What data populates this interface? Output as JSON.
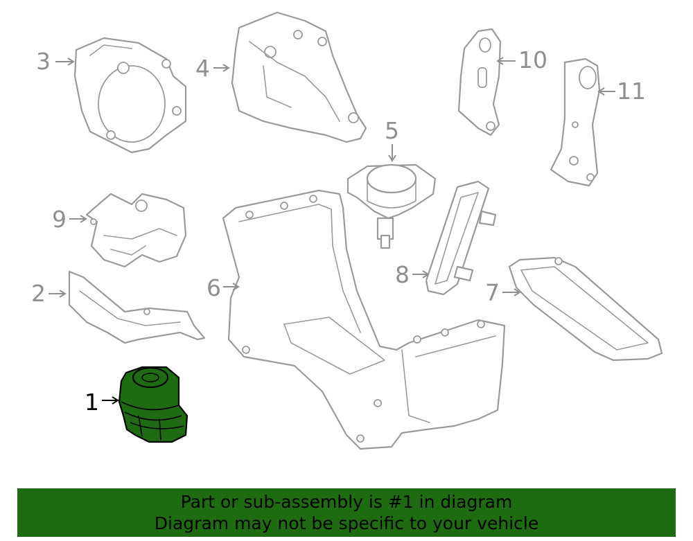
{
  "callouts": [
    {
      "id": "1",
      "label": "1",
      "highlighted": true
    },
    {
      "id": "2",
      "label": "2",
      "highlighted": false
    },
    {
      "id": "3",
      "label": "3",
      "highlighted": false
    },
    {
      "id": "4",
      "label": "4",
      "highlighted": false
    },
    {
      "id": "5",
      "label": "5",
      "highlighted": false
    },
    {
      "id": "6",
      "label": "6",
      "highlighted": false
    },
    {
      "id": "7",
      "label": "7",
      "highlighted": false
    },
    {
      "id": "8",
      "label": "8",
      "highlighted": false
    },
    {
      "id": "9",
      "label": "9",
      "highlighted": false
    },
    {
      "id": "10",
      "label": "10",
      "highlighted": false
    },
    {
      "id": "11",
      "label": "11",
      "highlighted": false
    }
  ],
  "banner": {
    "line1": "Part or sub-assembly is #1 in diagram",
    "line2": "Diagram may not be specific to your vehicle"
  },
  "colors": {
    "highlight": "#1f6b13",
    "banner": "#1e6b12",
    "line": "#9a9a9a"
  }
}
